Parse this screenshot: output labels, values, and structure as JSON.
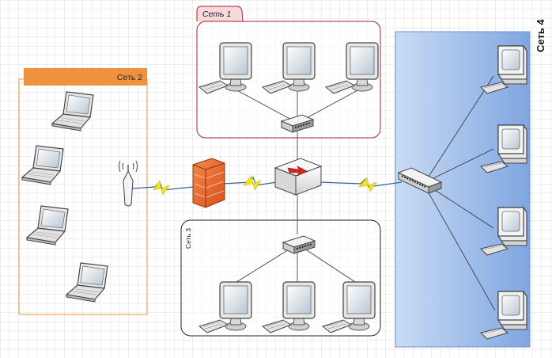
{
  "networks": {
    "net1": {
      "label": "Сеть 1",
      "border_color": "#a0262e",
      "tab_fill": "#f7d9dc"
    },
    "net2": {
      "label": "Сеть 2",
      "accent_color": "#f0913f"
    },
    "net3": {
      "label": "Сеть 3",
      "border_color": "#222222"
    },
    "net4": {
      "label": "Сеть 4",
      "fill_color": "#8fb3e6"
    }
  },
  "devices": {
    "net1": [
      "monitor-icon",
      "monitor-icon",
      "monitor-icon",
      "switch-icon"
    ],
    "net2": [
      "laptop-icon",
      "laptop-icon",
      "laptop-icon",
      "laptop-icon",
      "wifi-antenna-icon"
    ],
    "net3": [
      "switch-icon",
      "monitor-icon",
      "monitor-icon",
      "monitor-icon"
    ],
    "net4": [
      "switch-icon",
      "crt-computer-icon",
      "crt-computer-icon",
      "crt-computer-icon",
      "crt-computer-icon"
    ],
    "core": [
      "firewall-icon",
      "router-icon"
    ]
  },
  "colors": {
    "grid": "#d4d4d4",
    "wireless_bolt": "#f2e31d",
    "firewall": "#e8622a",
    "router_arrow": "#d6261f",
    "uplink": "#3a5f9c"
  }
}
